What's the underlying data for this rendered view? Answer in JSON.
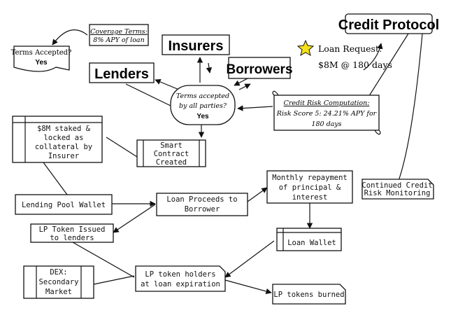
{
  "nodes": {
    "credit_protocol": "Credit Protocol",
    "loan_request": [
      "Loan Request:",
      "$8M @ 180 days"
    ],
    "insurers": "Insurers",
    "borrowers": "Borrowers",
    "lenders": "Lenders",
    "coverage_terms": [
      "Coverage Terms:",
      "8% APY of loan"
    ],
    "terms_accepted_lender": [
      "Terms Accepted?",
      "Yes"
    ],
    "terms_accepted_all": [
      "Terms accepted",
      "by all parties?",
      "Yes"
    ],
    "credit_risk": [
      "Credit Risk Computation:",
      "Risk Score 5: 24.21% APY for",
      "180 days"
    ],
    "staked": [
      "$8M staked &",
      "locked as",
      "collateral by",
      "Insurer"
    ],
    "smart_contract": [
      "Smart",
      "Contract",
      "Created"
    ],
    "continued_monitoring": [
      "Continued Credit",
      "Risk Monitoring"
    ],
    "lending_pool_wallet": "Lending Pool Wallet",
    "loan_proceeds": [
      "Loan Proceeds to",
      "Borrower"
    ],
    "monthly_repayment": [
      "Monthly repayment",
      "of principal &",
      "interest"
    ],
    "lp_token_issued": [
      "LP Token Issued",
      "to lenders"
    ],
    "loan_wallet": "Loan Wallet",
    "dex": [
      "DEX:",
      "Secondary",
      "Market"
    ],
    "lp_holders": [
      "LP token holders",
      "at loan expiration"
    ],
    "lp_burned": "LP tokens burned"
  },
  "colors": {
    "star": "#f5e11a",
    "ink": "#111111"
  }
}
